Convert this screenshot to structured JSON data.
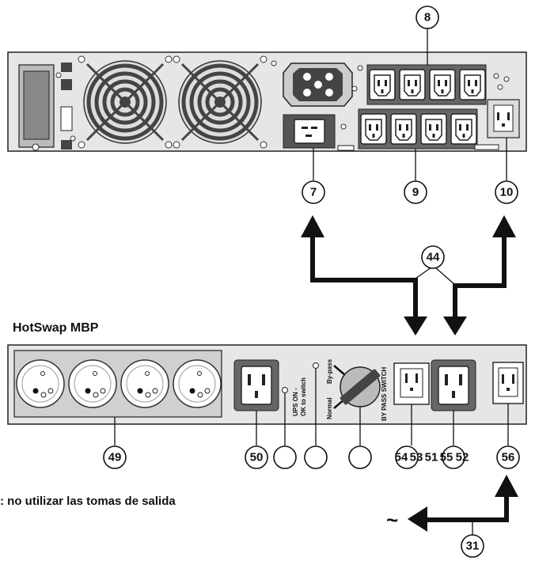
{
  "title": "HotSwap MBP",
  "note": ": no utilizar las tomas de salida",
  "ac_symbol": "~",
  "switch_labels": {
    "ups_on": "UPS ON -",
    "ok_to_switch": "OK to switch",
    "bypass": "By-pass",
    "normal": "Normal",
    "bypass_switch": "BY PASS SWITCH"
  },
  "callouts": {
    "c8": "8",
    "c7": "7",
    "c9": "9",
    "c10": "10",
    "c44": "44",
    "c49": "49",
    "c50": "50",
    "c54": "54",
    "c53": "53",
    "c51": "51",
    "c55": "55",
    "c52": "52",
    "c56": "56",
    "c31": "31"
  }
}
